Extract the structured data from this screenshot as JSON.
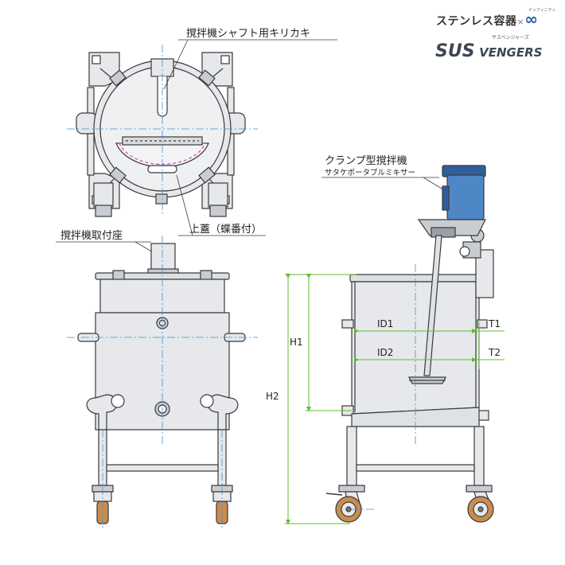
{
  "brand": {
    "name_jp": "ステンレス容器",
    "times": "×",
    "infinity": "∞",
    "ruby_infinity": "インフィニティ",
    "ruby_sus": "サスベンジャーズ",
    "logo_sus": "SUS",
    "logo_vengers": "VENGERS"
  },
  "labels": {
    "shaft_notch": "撹拌機シャフト用キリカキ",
    "lid": "上蓋（蝶番付）",
    "mount_seat": "撹拌機取付座",
    "mixer_title": "クランプ型撹拌機",
    "mixer_sub": "サタケポータブルミキサー"
  },
  "dimensions": {
    "id1": "ID1",
    "id2": "ID2",
    "t1": "T1",
    "t2": "T2",
    "h1": "H1",
    "h2": "H2"
  },
  "colors": {
    "line": "#3a3a3a",
    "steel": "#e6e8eb",
    "steel_dark": "#c9cdd2",
    "centerline": "#3d8fd8",
    "dimension": "#5cbf2a",
    "motor": "#4f86c6",
    "motor_dark": "#2f5f9a",
    "wheel": "#c98c4f",
    "hidden": "#d04aa0"
  }
}
